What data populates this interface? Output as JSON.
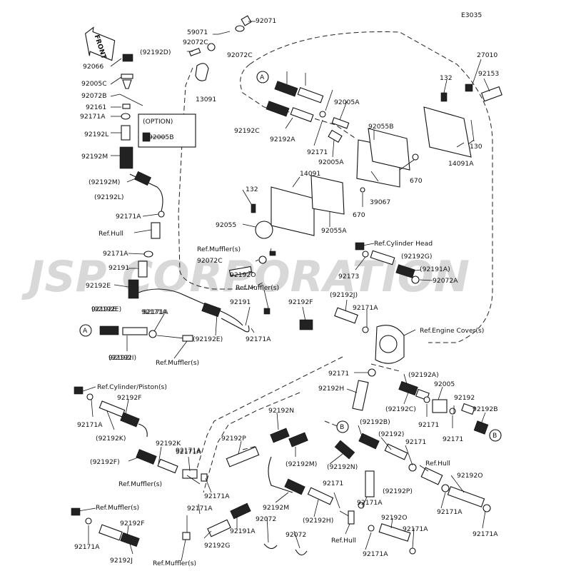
{
  "diagram_code": "E3035",
  "front_arrow_label": "FRONT",
  "option_box_label": "(OPTION)",
  "watermark_text": "JSP CORPORATION",
  "labels": [
    "92071",
    "59071",
    "92072C",
    "(92192D)",
    "92072C",
    "13091",
    "92066",
    "92005C",
    "92072B",
    "92161",
    "92171A",
    "92005B",
    "92192L",
    "92192M",
    "(92192M)",
    "(92192L)",
    "92171A",
    "Ref.Hull",
    "92171A",
    "92191",
    "92192E",
    "92192E",
    "92192I",
    "92171A",
    "92192C",
    "92192A",
    "92005A",
    "92171",
    "92005A",
    "92055B",
    "670",
    "39067",
    "670",
    "14091",
    "132",
    "92055",
    "92055A",
    "27010",
    "132",
    "92153",
    "130",
    "14091A",
    "Ref.Muffler(s)",
    "92072C",
    "92192O",
    "Ref.Cylinder Head",
    "(92192G)",
    "92173",
    "(92191A)",
    "92072A",
    "(92192E)",
    "92171A",
    "(92192I)",
    "Ref.Muffler(s)",
    "92191",
    "(92192E)",
    "92171A",
    "Ref.Muffler(s)",
    "92192F",
    "(92192J)",
    "92171A",
    "Ref.Engine Cover(s)",
    "92171",
    "92192H",
    "(92192A)",
    "92005",
    "(92192C)",
    "92171",
    "92192",
    "92192B",
    "92171",
    "Ref.Cylinder/Piston(s)",
    "92192F",
    "92171A",
    "(92192K)",
    "92192K",
    "(92192F)",
    "92171A",
    "Ref.Muffler(s)",
    "92171A",
    "92192N",
    "92192P",
    "(92192B)",
    "(92192)",
    "92171",
    "(92192M)",
    "(92192N)",
    "92192M",
    "92171",
    "(92192P)",
    "92171A",
    "(92192H)",
    "Ref.Hull",
    "Ref.Hull",
    "92192O",
    "92171A",
    "92171A",
    "Ref.Muffler(s)",
    "92171A",
    "92192F",
    "92171A",
    "92192J",
    "92171A",
    "92192G",
    "Ref.Muffler(s)",
    "92191A",
    "92072",
    "92072",
    "92192O",
    "92171A",
    "92171A"
  ],
  "callouts": [
    "A",
    "A",
    "B",
    "B"
  ]
}
